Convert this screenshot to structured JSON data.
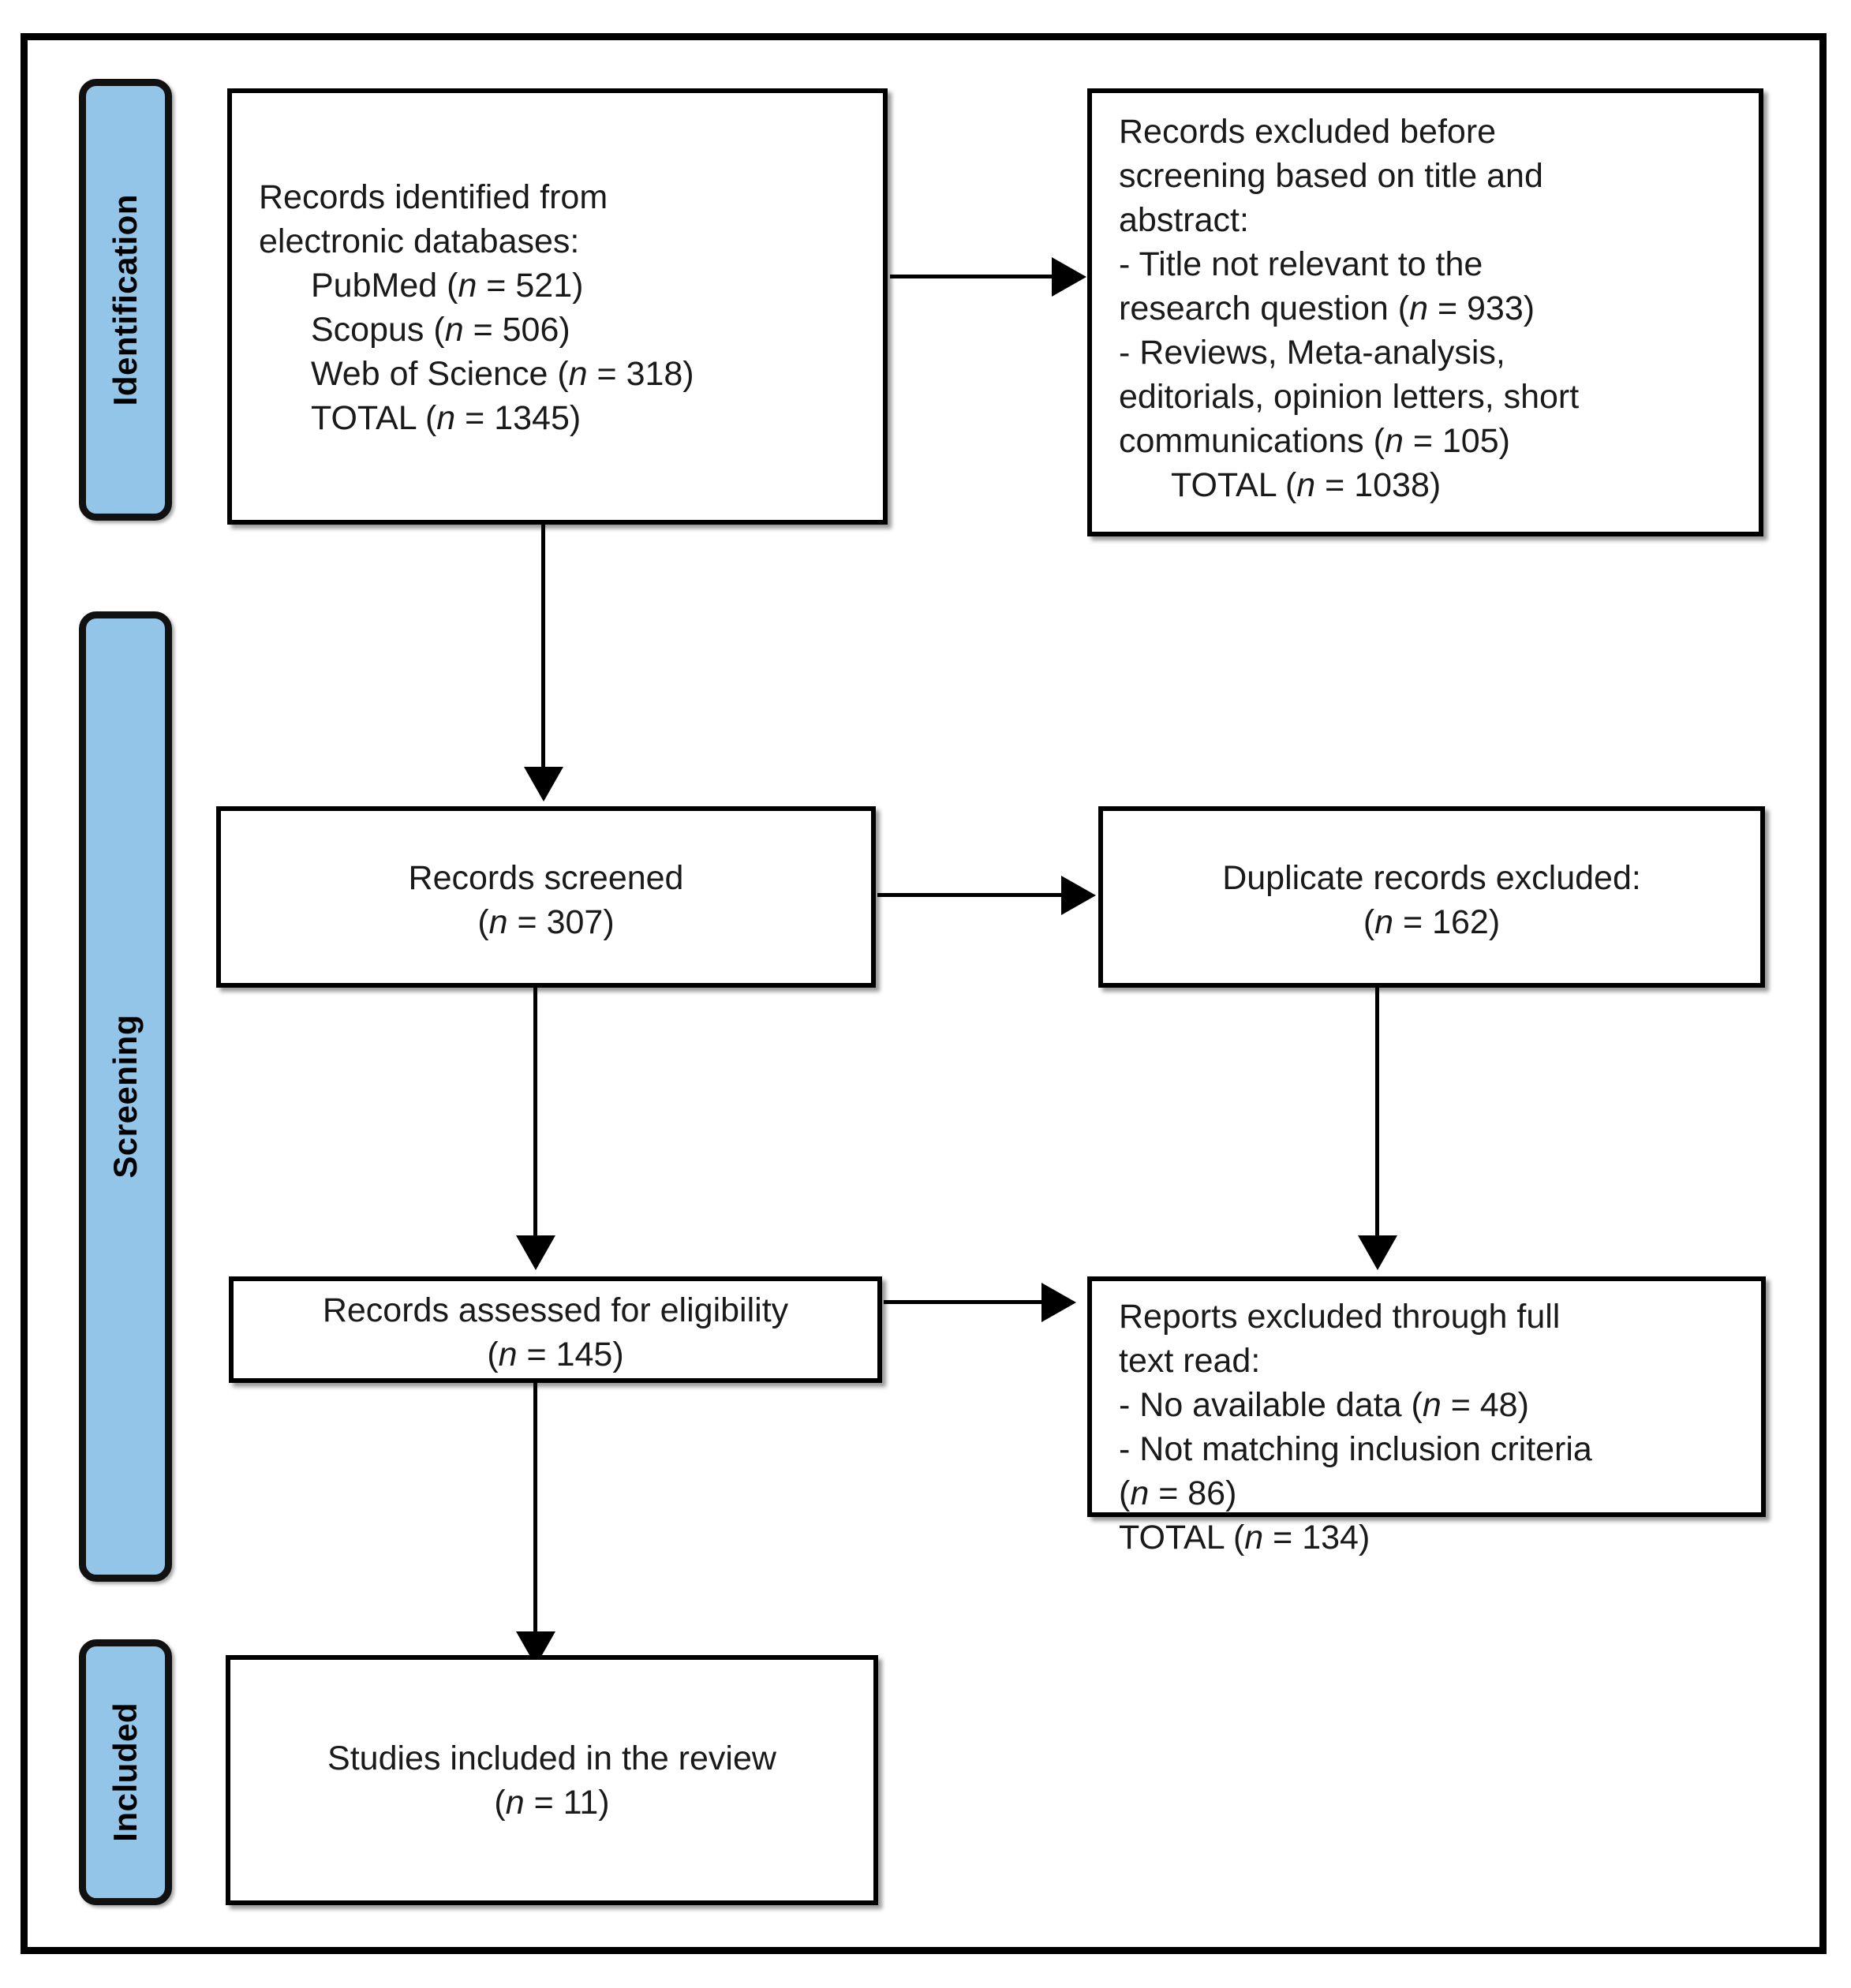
{
  "diagram": {
    "type": "prisma-flow-diagram",
    "title": "PRISMA study selection flow diagram",
    "colors": {
      "stage_bar_fill": "#92C5E8",
      "stage_bar_border": "#111111",
      "box_border": "#000000",
      "box_fill": "#ffffff",
      "connector": "#000000",
      "text": "#1a1a1a"
    }
  },
  "stages": [
    {
      "id": "identification",
      "label": "Identification"
    },
    {
      "id": "screening",
      "label": "Screening"
    },
    {
      "id": "included",
      "label": "Included"
    }
  ],
  "boxes": {
    "identified": {
      "id": "records-identified",
      "lines": [
        "Records identified from",
        "electronic databases:",
        "PubMed (n = 521)",
        "Scopus (n = 506)",
        "Web of Science (n = 318)",
        "TOTAL (n = 1345)"
      ],
      "line1": "Records identified from",
      "line2": "electronic databases:",
      "line3": "PubMed (",
      "line3_n": "n",
      "line3_val": " = 521)",
      "line4": "Scopus (",
      "line4_n": "n",
      "line4_val": " = 506)",
      "line5": "Web of Science (",
      "line5_n": "n",
      "line5_val": " = 318)",
      "line6": "TOTAL (",
      "line6_n": "n",
      "line6_val": " = 1345)"
    },
    "excluded_before_screening": {
      "id": "records-excluded-before-screening",
      "lines": [
        "Records excluded before",
        "screening based on title and",
        "abstract:",
        "- Title not relevant to the",
        "research question (n = 933)",
        "- Reviews, Meta-analysis,",
        "editorials, opinion letters, short",
        "communications (n = 105)",
        "TOTAL (n = 1038)"
      ],
      "line1": "Records excluded before",
      "line2": "screening based on title and",
      "line3": "abstract:",
      "line4": "- Title not relevant to the",
      "line5": "research question (",
      "line5_n": "n",
      "line5_val": " = 933)",
      "line6": "- Reviews, Meta-analysis,",
      "line7": "editorials, opinion letters, short",
      "line8": "communications (",
      "line8_n": "n",
      "line8_val": " = 105)",
      "line9": "TOTAL (",
      "line9_n": "n",
      "line9_val": " = 1038)"
    },
    "screened": {
      "id": "records-screened",
      "lines": [
        "Records screened",
        "(n = 307)"
      ],
      "line1": "Records screened",
      "line2_pre": "(",
      "line2_n": "n",
      "line2_val": " = 307)"
    },
    "duplicates_excluded": {
      "id": "duplicate-records-excluded",
      "lines": [
        "Duplicate records excluded:",
        "(n = 162)"
      ],
      "line1": "Duplicate records excluded:",
      "line2_pre": "(",
      "line2_n": "n",
      "line2_val": " = 162)"
    },
    "assessed": {
      "id": "records-assessed-for-eligibility",
      "lines": [
        "Records assessed for eligibility",
        "(n = 145)"
      ],
      "line1": "Records assessed for eligibility",
      "line2_pre": "(",
      "line2_n": "n",
      "line2_val": " = 145)"
    },
    "reports_excluded": {
      "id": "reports-excluded-full-text",
      "lines": [
        "Reports excluded through full",
        "text read:",
        "- No available data (n = 48)",
        "- Not matching inclusion criteria",
        "(n = 86)",
        "TOTAL (n = 134)"
      ],
      "line1": "Reports excluded through full",
      "line2": "text read:",
      "line3": "- No available data (",
      "line3_n": "n",
      "line3_val": " = 48)",
      "line4": "- Not matching inclusion criteria",
      "line5_pre": "(",
      "line5_n": "n",
      "line5_val": " = 86)",
      "line6": "TOTAL (",
      "line6_n": "n",
      "line6_val": " = 134)"
    },
    "included_studies": {
      "id": "studies-included-in-review",
      "lines": [
        "Studies included in the review",
        "(n = 11)"
      ],
      "line1": "Studies included in the review",
      "line2_pre": "(",
      "line2_n": "n",
      "line2_val": " = 11)"
    }
  },
  "flow": {
    "counts": {
      "pubmed": 521,
      "scopus": 506,
      "web_of_science": 318,
      "identified_total": 1345,
      "excluded_title_not_relevant": 933,
      "excluded_reviews_etc": 105,
      "excluded_before_screening_total": 1038,
      "screened": 307,
      "duplicates_excluded": 162,
      "assessed_for_eligibility": 145,
      "excluded_no_data": 48,
      "excluded_not_matching": 86,
      "excluded_full_text_total": 134,
      "included": 11
    },
    "connectors": [
      {
        "from": "records-identified",
        "to": "records-excluded-before-screening",
        "direction": "right"
      },
      {
        "from": "records-identified",
        "to": "records-screened",
        "direction": "down"
      },
      {
        "from": "records-screened",
        "to": "duplicate-records-excluded",
        "direction": "right"
      },
      {
        "from": "records-screened",
        "to": "records-assessed-for-eligibility",
        "direction": "down"
      },
      {
        "from": "duplicate-records-excluded",
        "to": "reports-excluded-full-text",
        "direction": "down"
      },
      {
        "from": "records-assessed-for-eligibility",
        "to": "reports-excluded-full-text",
        "direction": "right"
      },
      {
        "from": "records-assessed-for-eligibility",
        "to": "studies-included-in-review",
        "direction": "down"
      }
    ]
  }
}
